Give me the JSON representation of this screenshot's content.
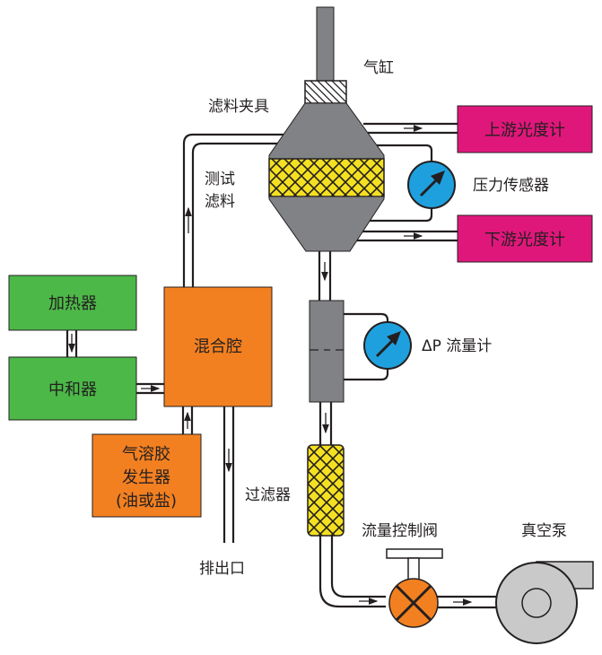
{
  "labels": {
    "cylinder": "气缸",
    "filter_holder": "滤料夹具",
    "test_filter_line1": "测试",
    "test_filter_line2": "滤料",
    "upstream_photometer": "上游光度计",
    "pressure_sensor": "压力传感器",
    "downstream_photometer": "下游光度计",
    "dp_flowmeter": "ΔP 流量计",
    "heater": "加热器",
    "neutralizer": "中和器",
    "mixing_chamber": "混合腔",
    "aerosol_generator_line1": "气溶胶",
    "aerosol_generator_line2": "发生器",
    "aerosol_generator_line3": "(油或盐)",
    "exhaust": "排出口",
    "filter": "过滤器",
    "flow_control_valve": "流量控制阀",
    "vacuum_pump": "真空泵"
  },
  "colors": {
    "green": "#4cb848",
    "orange": "#f38020",
    "magenta": "#e0177b",
    "blue": "#1fa0de",
    "yellow": "#f4e021",
    "gray": "#808285",
    "light_gray": "#c9c9ca"
  }
}
